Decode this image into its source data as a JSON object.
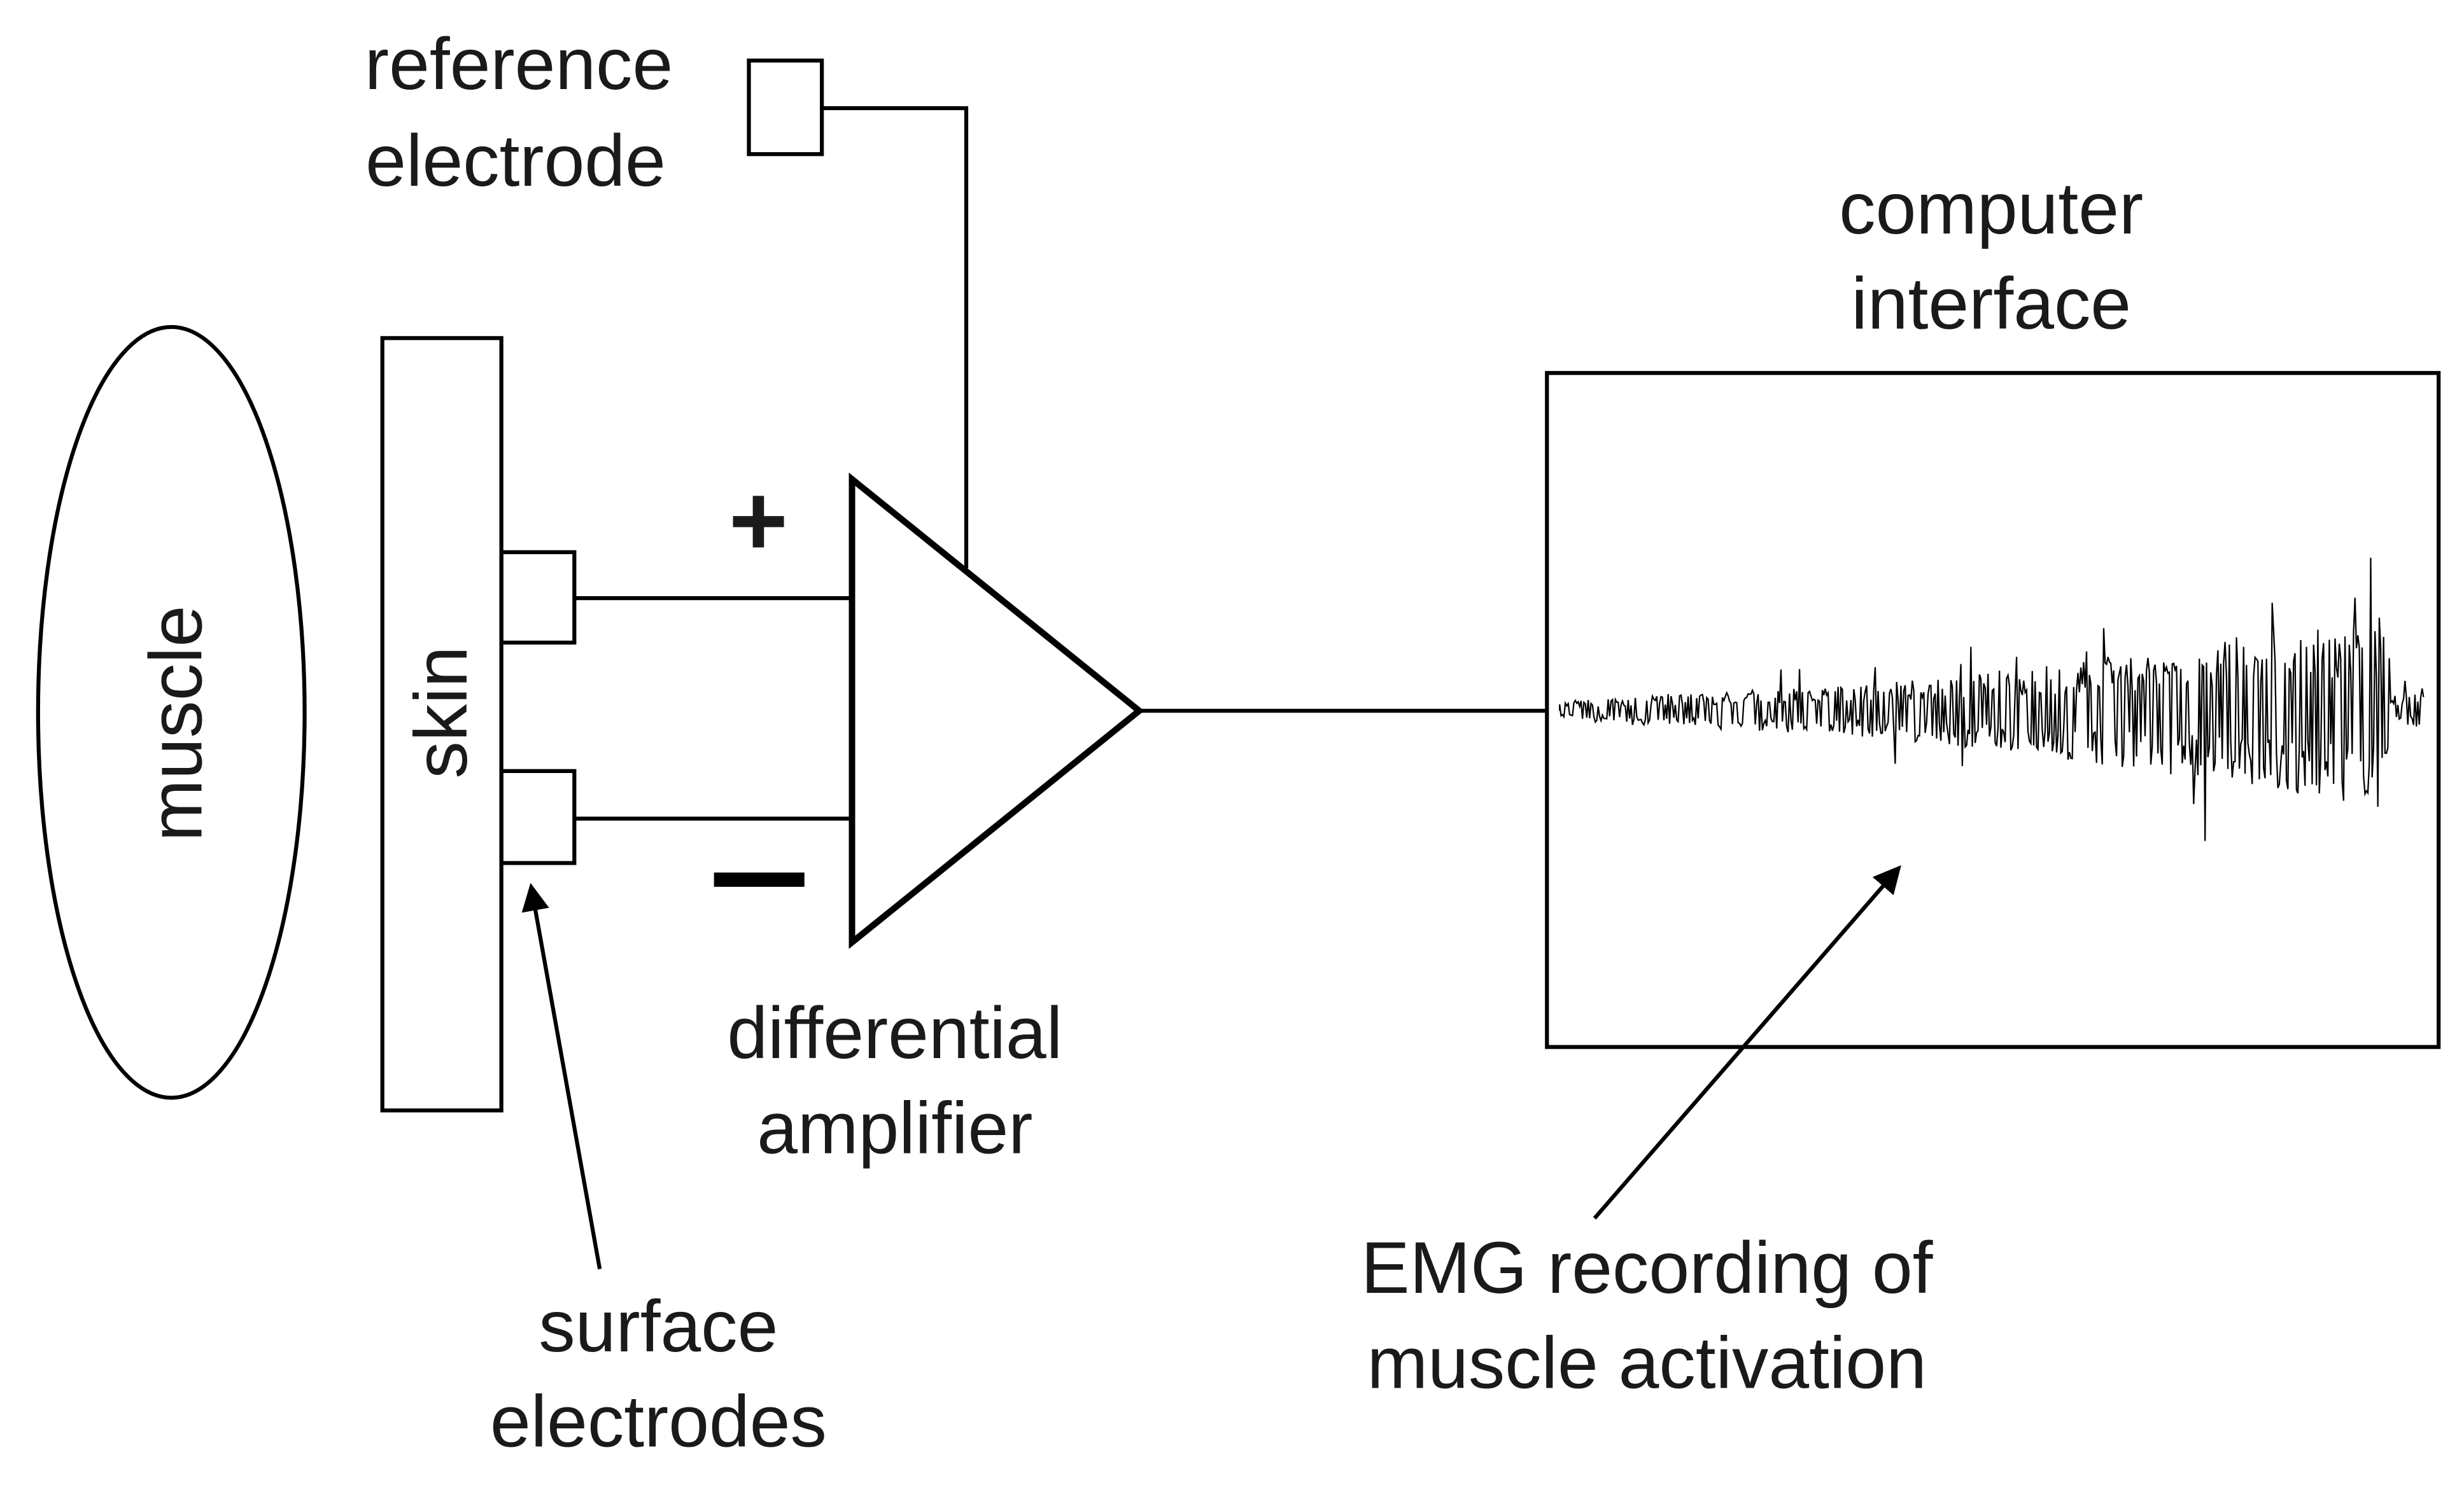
{
  "labels": {
    "muscle": "muscle",
    "skin": "skin",
    "reference_electrode": [
      "reference",
      "electrode"
    ],
    "differential_amplifier": [
      "differential",
      "amplifier"
    ],
    "computer_interface": [
      "computer",
      "interface"
    ],
    "surface_electrodes": [
      "surface",
      "electrodes"
    ],
    "emg_recording": [
      "EMG recording of",
      "muscle activation"
    ],
    "plus_sign": "+",
    "minus_sign": "−"
  },
  "colors": {
    "stroke": "#000000",
    "background": "#ffffff"
  }
}
